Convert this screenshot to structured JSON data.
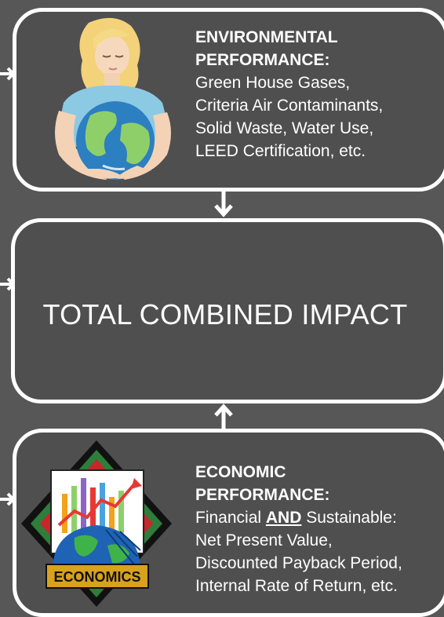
{
  "environmental": {
    "heading_line1": "ENVIRONMENTAL",
    "heading_line2": "PERFORMANCE:",
    "items": [
      "Green House Gases,",
      "Criteria Air Contaminants,",
      "Solid Waste, Water Use,",
      "LEED Certification, etc."
    ]
  },
  "total": {
    "label": "TOTAL COMBINED IMPACT"
  },
  "economic": {
    "heading_line1": "ECONOMIC",
    "heading_line2": "PERFORMANCE:",
    "financial_prefix": "Financial ",
    "financial_and": "AND",
    "financial_suffix": " Sustainable:",
    "items": [
      "Net Present Value,",
      "Discounted Payback Period,",
      "Internal Rate of Return, etc."
    ],
    "badge_label": "ECONOMICS"
  },
  "icons": {
    "environment": "woman-holding-globe-icon",
    "economics": "economics-globe-chart-icon"
  },
  "colors": {
    "background": "#575757",
    "box_fill": "#4f4f4f",
    "border": "#ffffff",
    "text": "#ffffff"
  }
}
